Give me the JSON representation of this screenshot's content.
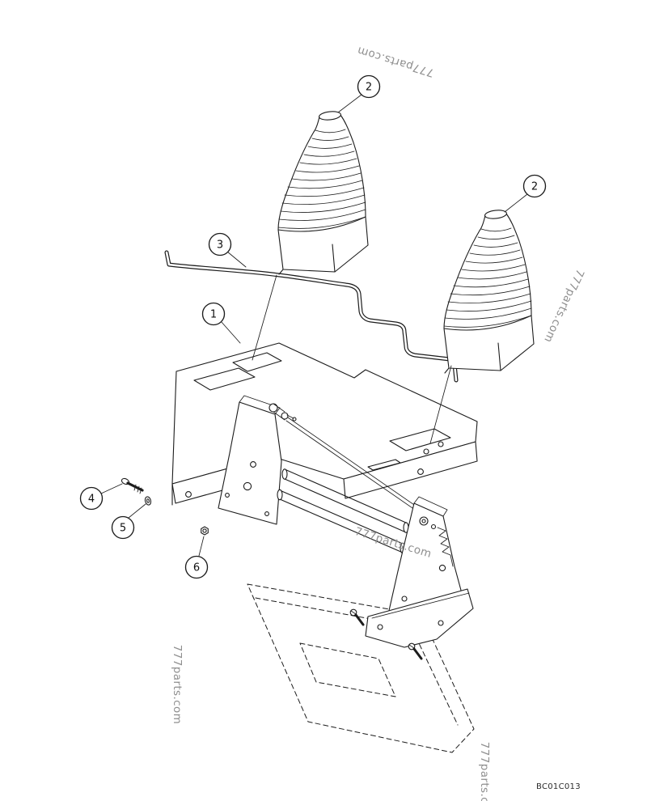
{
  "watermark": "777parts.com",
  "part_code": "BC01C013",
  "callouts": {
    "plate": "1",
    "boot_top": "2",
    "boot_right": "2",
    "rod": "3",
    "screw": "4",
    "washer": "5",
    "nut": "6"
  }
}
